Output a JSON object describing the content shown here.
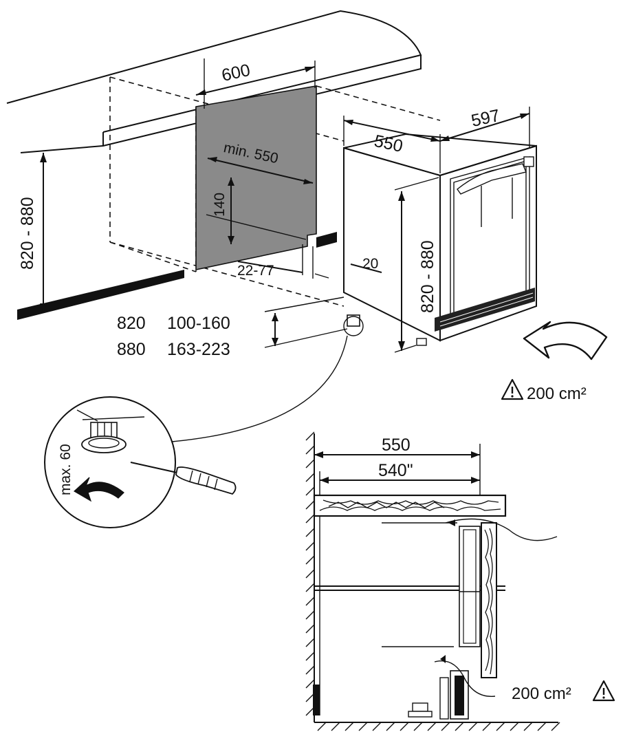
{
  "top_view": {
    "dim_niche_width": "600",
    "dim_niche_depth": "min. 550",
    "dim_niche_height": "820 - 880",
    "dim_vent_height": "140",
    "dim_plinth_depth": "22-77",
    "dim_plinth_gap": "20",
    "dim_appliance_width": "597",
    "dim_appliance_depth": "550",
    "dim_appliance_height": "820 - 880",
    "feet_table": [
      {
        "height": "820",
        "range": "100-160"
      },
      {
        "height": "880",
        "range": "163-223"
      }
    ],
    "vent_area": "200 cm²"
  },
  "detail_view": {
    "label_max": "max. 60"
  },
  "section_view": {
    "dim_depth_outer": "550",
    "dim_depth_inner": "540\"",
    "vent_area": "200 cm²"
  }
}
